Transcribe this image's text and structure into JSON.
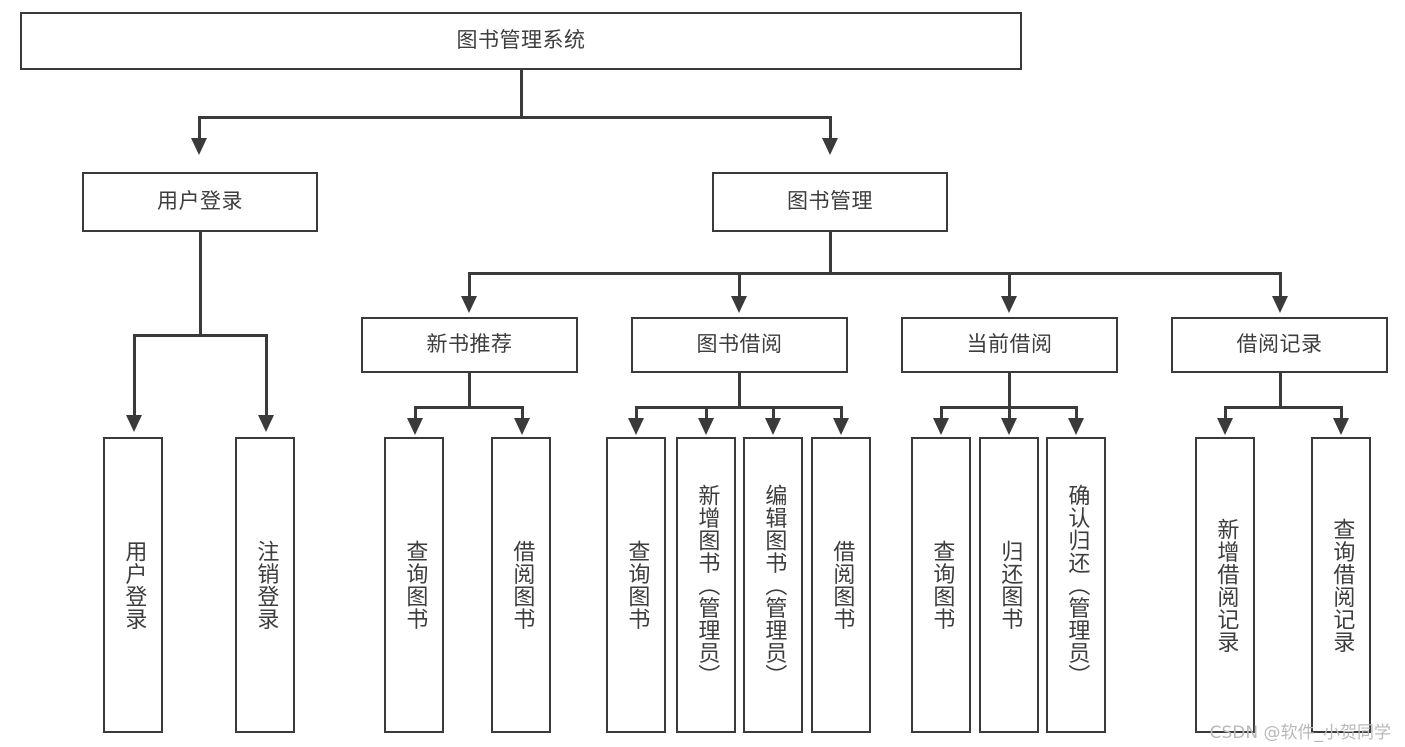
{
  "diagram": {
    "title": "图书管理系统",
    "type": "tree",
    "root": {
      "label": "图书管理系统"
    },
    "level1": [
      {
        "label": "用户登录"
      },
      {
        "label": "图书管理"
      }
    ],
    "level2": [
      {
        "label": "新书推荐",
        "parent": "图书管理"
      },
      {
        "label": "图书借阅",
        "parent": "图书管理"
      },
      {
        "label": "当前借阅",
        "parent": "图书管理"
      },
      {
        "label": "借阅记录",
        "parent": "图书管理"
      }
    ],
    "leaves": {
      "user_login": [
        {
          "label": "用户登录"
        },
        {
          "label": "注销登录"
        }
      ],
      "new_book_recommend": [
        {
          "label": "查询图书"
        },
        {
          "label": "借阅图书"
        }
      ],
      "book_borrow": [
        {
          "label": "查询图书"
        },
        {
          "label": "新增图书（管理员）"
        },
        {
          "label": "编辑图书（管理员）"
        },
        {
          "label": "借阅图书"
        }
      ],
      "current_borrow": [
        {
          "label": "查询图书"
        },
        {
          "label": "归还图书"
        },
        {
          "label": "确认归还（管理员）"
        }
      ],
      "borrow_record": [
        {
          "label": "新增借阅记录"
        },
        {
          "label": "查询借阅记录"
        }
      ]
    }
  },
  "watermark": {
    "text": "CSDN @软件_小贺同学"
  },
  "colors": {
    "stroke": "#3a3a3a",
    "text": "#3d3d3d",
    "background": "#ffffff",
    "watermark": "#b9b9b9"
  }
}
